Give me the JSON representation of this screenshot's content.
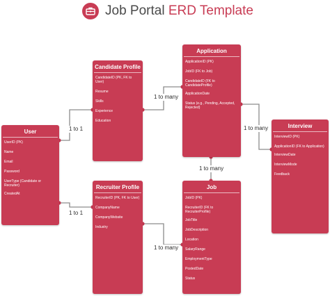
{
  "header": {
    "title_main": "Job Portal ",
    "title_accent": "ERD Template"
  },
  "colors": {
    "entity": "#c83c54",
    "line": "#8c8c8c"
  },
  "entities": {
    "user": {
      "title": "User",
      "fields": [
        "UserID (PK)",
        "Name",
        "Email",
        "Password",
        "UserType (Candidate or Recruiter)",
        "CreatedAt"
      ]
    },
    "candidate": {
      "title": "Candidate Profile",
      "fields": [
        "CandidateID (PK, FK to User)",
        "Resume",
        "Skills",
        "Experience",
        "Education"
      ]
    },
    "recruiter": {
      "title": "Recruiter Profile",
      "fields": [
        "RecruiterID (PK, FK to User)",
        "CompanyName",
        "CompanyWebsite",
        "Industry"
      ]
    },
    "application": {
      "title": "Application",
      "fields": [
        "ApplicationID (PK)",
        "JobID (FK to Job)",
        "CandidateID (FK to CandidateProfile)",
        "ApplicationDate",
        "Status (e.g., Pending, Accepted, Rejected)"
      ]
    },
    "job": {
      "title": "Job",
      "fields": [
        "JobID (PK)",
        "RecruiterID (FK to RecruiterProfile)",
        "JobTitle",
        "JobDescription",
        "Location",
        "SalaryRange",
        "EmploymentType",
        "PostedDate",
        "Status"
      ]
    },
    "interview": {
      "title": "Interview",
      "fields": [
        "InterviewID (PK)",
        "ApplicationID (FK to Application)",
        "InterviewDate",
        "InterviewMode",
        "Feedback"
      ]
    }
  },
  "relationships": {
    "user_candidate": "1 to 1",
    "user_recruiter": "1 to 1",
    "candidate_application": "1 to many",
    "recruiter_job": "1 to many",
    "job_application": "1 to many",
    "application_interview": "1 to many"
  }
}
